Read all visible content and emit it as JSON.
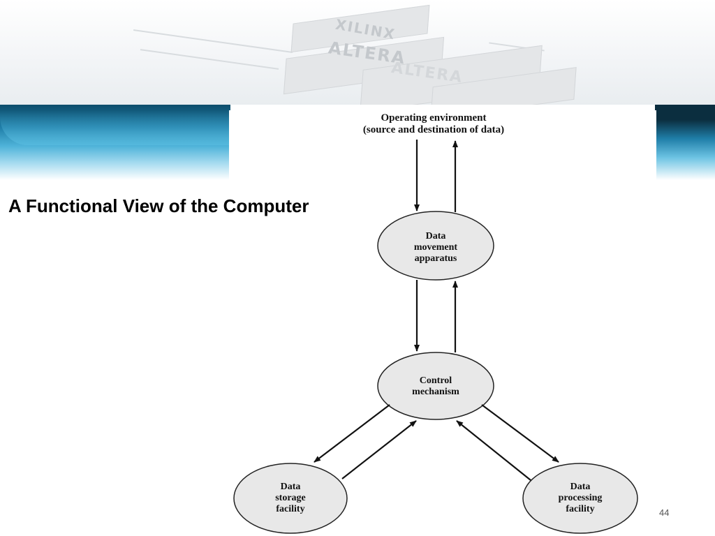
{
  "slide": {
    "title": "A Functional View of the Computer",
    "page_number": "44"
  },
  "banner": {
    "chip_labels": [
      "XILINX",
      "ALTERA",
      "ALTERA"
    ]
  },
  "diagram": {
    "environment": {
      "line1": "Operating environment",
      "line2": "(source and destination of data)"
    },
    "nodes": {
      "data_movement": [
        "Data",
        "movement",
        "apparatus"
      ],
      "control": [
        "Control",
        "mechanism"
      ],
      "data_storage": [
        "Data",
        "storage",
        "facility"
      ],
      "data_processing": [
        "Data",
        "processing",
        "facility"
      ]
    }
  }
}
